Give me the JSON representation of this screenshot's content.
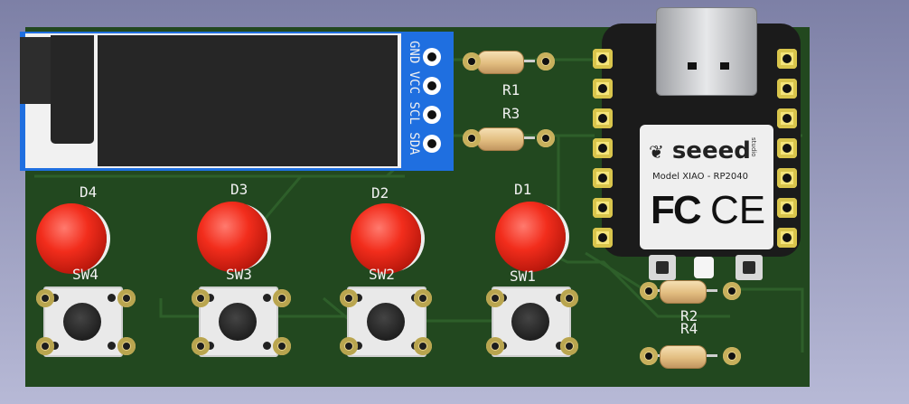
{
  "oled": {
    "pins": [
      "GND",
      "VCC",
      "SCL",
      "SDA"
    ]
  },
  "resistors": [
    "R1",
    "R3",
    "R2",
    "R4"
  ],
  "leds": [
    "D4",
    "D3",
    "D2",
    "D1"
  ],
  "switches": [
    "SW4",
    "SW3",
    "SW2",
    "SW1"
  ],
  "xiao": {
    "brand": "seeed",
    "tagline": "studio",
    "model": "Model XIAO - RP2040",
    "cert_fc": "FC",
    "cert_ce": "CE"
  },
  "colors": {
    "board": "#22481f",
    "silkscreen": "#f1f1f1",
    "oled_blue": "#1f6fe0",
    "led_red": "#f22d1c"
  }
}
